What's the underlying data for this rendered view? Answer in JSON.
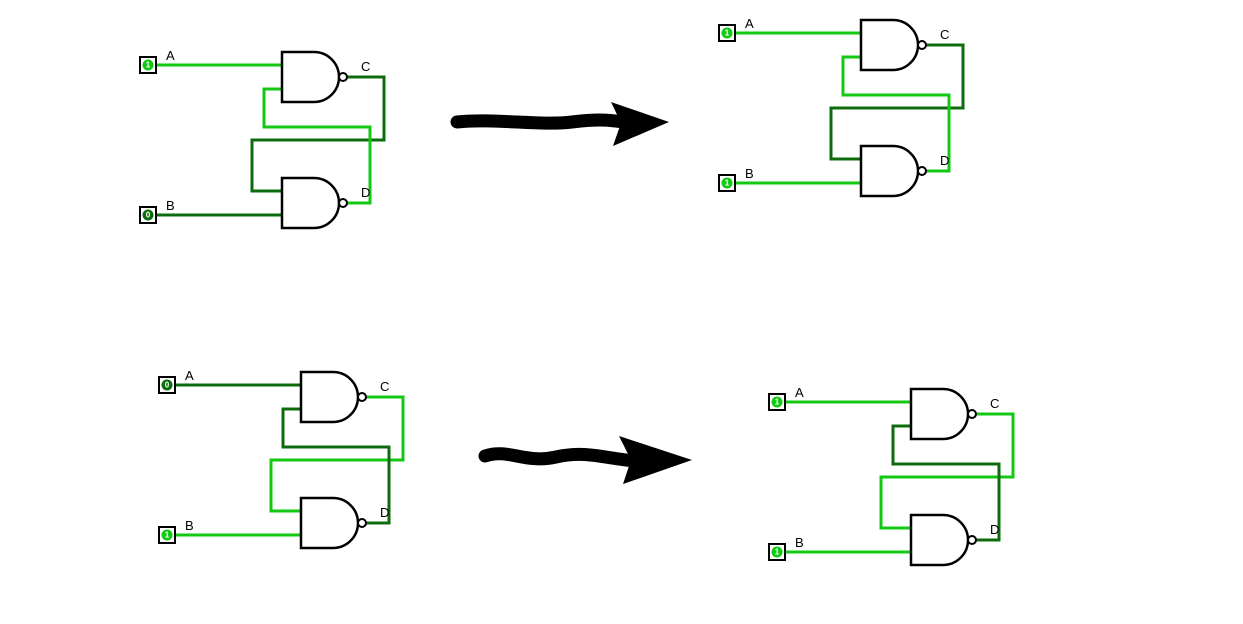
{
  "colors": {
    "logic_high": "#12c812",
    "logic_low": "#0c6c0c",
    "ink": "#000000"
  },
  "circuits": [
    {
      "name": "sr-latch-top-left",
      "input_a": {
        "label": "A",
        "value": "1",
        "color": "#12c812"
      },
      "input_b": {
        "label": "B",
        "value": "0",
        "color": "#0c6c0c"
      },
      "output_c": {
        "label": "C"
      },
      "output_d": {
        "label": "D"
      },
      "wires": {
        "a": "#12c812",
        "b": "#0c6c0c",
        "c": "#0c6c0c",
        "d": "#12c812"
      }
    },
    {
      "name": "sr-latch-top-right",
      "input_a": {
        "label": "A",
        "value": "1",
        "color": "#12c812"
      },
      "input_b": {
        "label": "B",
        "value": "1",
        "color": "#12c812"
      },
      "output_c": {
        "label": "C"
      },
      "output_d": {
        "label": "D"
      },
      "wires": {
        "a": "#12c812",
        "b": "#12c812",
        "c": "#0c6c0c",
        "d": "#12c812"
      }
    },
    {
      "name": "sr-latch-bottom-left",
      "input_a": {
        "label": "A",
        "value": "0",
        "color": "#0c6c0c"
      },
      "input_b": {
        "label": "B",
        "value": "1",
        "color": "#12c812"
      },
      "output_c": {
        "label": "C"
      },
      "output_d": {
        "label": "D"
      },
      "wires": {
        "a": "#0c6c0c",
        "b": "#12c812",
        "c": "#12c812",
        "d": "#0c6c0c"
      }
    },
    {
      "name": "sr-latch-bottom-right",
      "input_a": {
        "label": "A",
        "value": "1",
        "color": "#12c812"
      },
      "input_b": {
        "label": "B",
        "value": "1",
        "color": "#12c812"
      },
      "output_c": {
        "label": "C"
      },
      "output_d": {
        "label": "D"
      },
      "wires": {
        "a": "#12c812",
        "b": "#12c812",
        "c": "#12c812",
        "d": "#0c6c0c"
      }
    }
  ],
  "arrows": [
    {
      "name": "transition-arrow-top",
      "color": "#000000"
    },
    {
      "name": "transition-arrow-bottom",
      "color": "#000000"
    }
  ]
}
